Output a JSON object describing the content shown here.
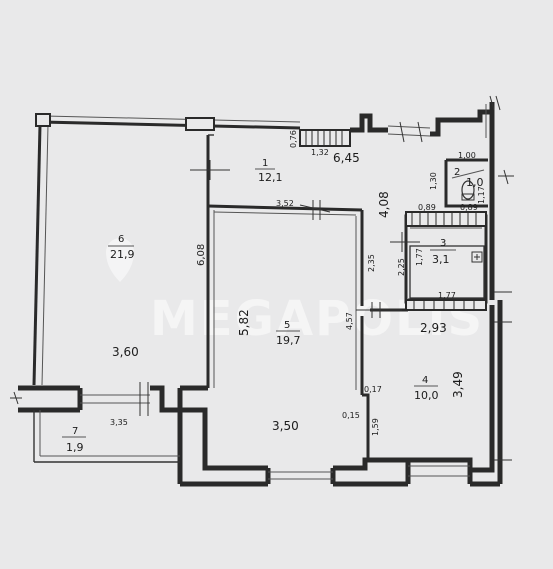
{
  "watermark": {
    "text": "MEGAPOLIS"
  },
  "rooms": [
    {
      "id": "1",
      "number": "1",
      "area": "12,1"
    },
    {
      "id": "2",
      "number": "2",
      "area": "1,0"
    },
    {
      "id": "3",
      "number": "3",
      "area": "3,1"
    },
    {
      "id": "4",
      "number": "4",
      "area": "10,0"
    },
    {
      "id": "5",
      "number": "5",
      "area": "19,7"
    },
    {
      "id": "6",
      "number": "6",
      "area": "21,9"
    },
    {
      "id": "7",
      "number": "7",
      "area": "1,9"
    }
  ],
  "dimensions": {
    "d_0_76": "0,76",
    "d_1_32": "1,32",
    "d_6_45": "6,45",
    "d_1_00": "1,00",
    "d_1_30": "1,30",
    "d_1_17": "1,17",
    "d_0_89": "0,89",
    "d_0_89b": "0,89",
    "d_4_08": "4,08",
    "d_3_52": "3,52",
    "d_6_08": "6,08",
    "d_2_35": "2,35",
    "d_2_25": "2,25",
    "d_1_77v": "1,77",
    "d_1_77h": "1,77",
    "d_5_82": "5,82",
    "d_4_57": "4,57",
    "d_2_93": "2,93",
    "d_3_49": "3,49",
    "d_3_60": "3,60",
    "d_0_17": "0,17",
    "d_0_15": "0,15",
    "d_1_59": "1,59",
    "d_3_50": "3,50",
    "d_3_35": "3,35"
  }
}
